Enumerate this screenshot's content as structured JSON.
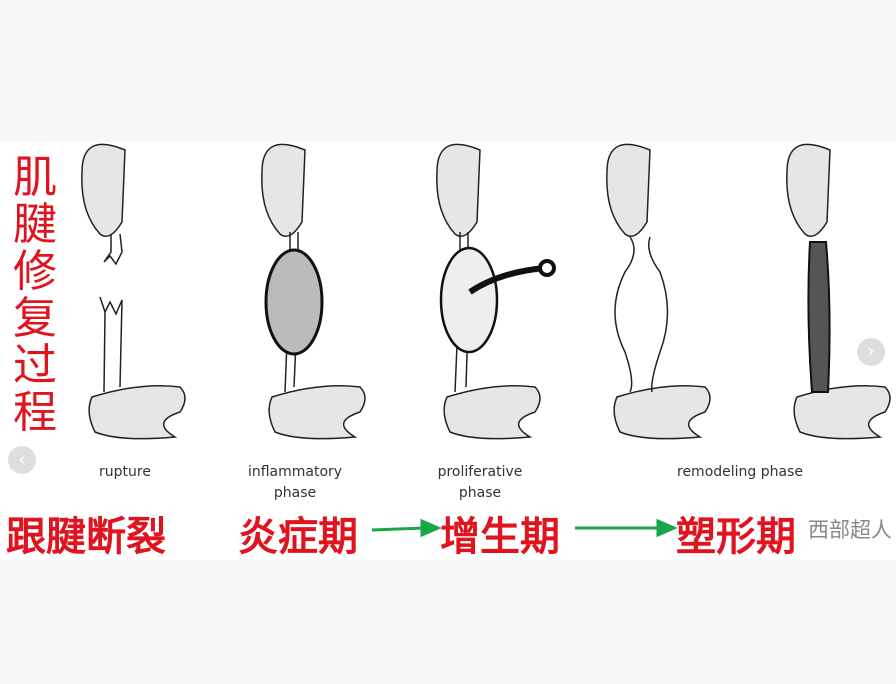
{
  "vertical_title": "肌腱修复过程",
  "captions": [
    "rupture",
    "inflammatory\nphase",
    "proliferative\nphase",
    "remodeling phase"
  ],
  "phases": [
    "跟腱断裂",
    "炎症期",
    "增生期",
    "塑形期"
  ],
  "watermark": "西部超人",
  "nav": {
    "prev": "‹",
    "next": "›"
  },
  "colors": {
    "title": "#e0141e",
    "arrow": "#18a84a"
  }
}
